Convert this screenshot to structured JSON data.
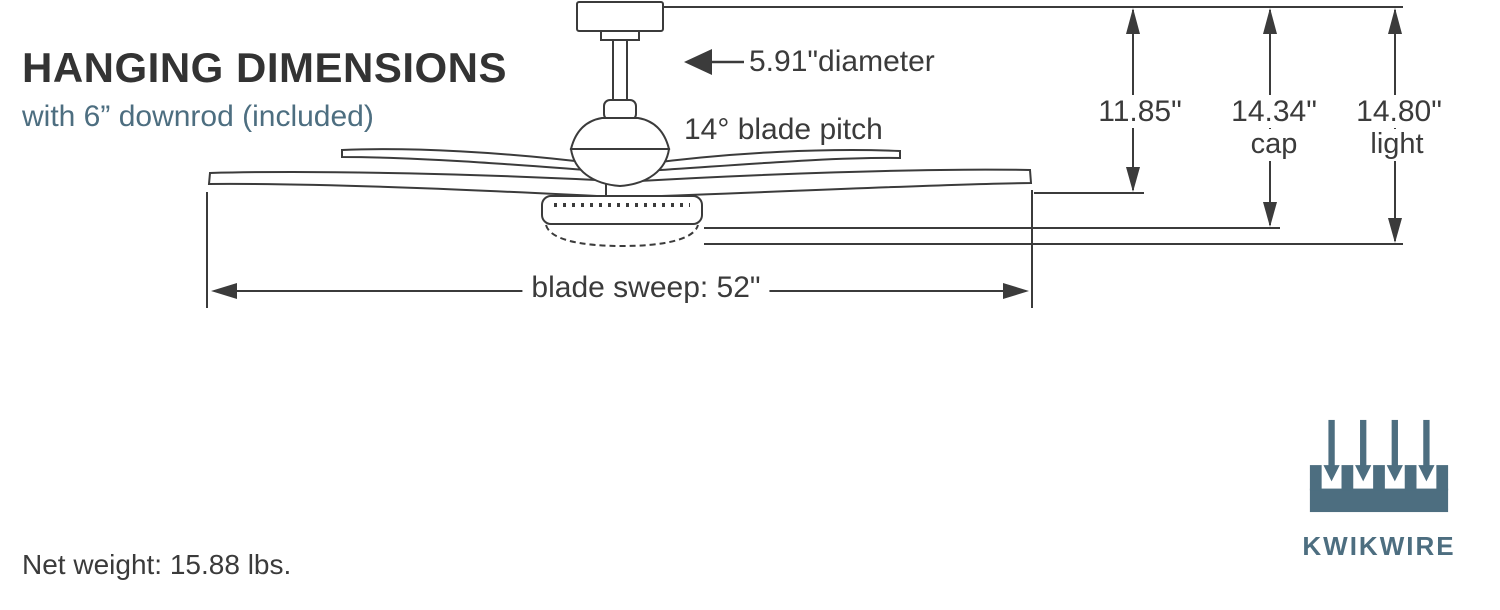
{
  "header": {
    "title": "HANGING DIMENSIONS",
    "subtitle": "with 6” downrod (included)"
  },
  "diagram": {
    "type": "ceiling-fan hanging dimensions side view",
    "diameter_label": "5.91\"diameter",
    "blade_pitch_label": "14° blade pitch",
    "blade_sweep_label": "blade sweep: 52\"",
    "dimensions": {
      "blades": {
        "value": "11.85\""
      },
      "cap": {
        "value": "14.34\"",
        "label": "cap"
      },
      "light": {
        "value": "14.80\"",
        "label": "light"
      }
    }
  },
  "footer": {
    "net_weight": "Net weight: 15.88 lbs."
  },
  "brand": {
    "name": "KWIKWIRE"
  },
  "colors": {
    "ink": "#3b3b3b",
    "accent": "#4d6e80",
    "title": "#333333"
  }
}
